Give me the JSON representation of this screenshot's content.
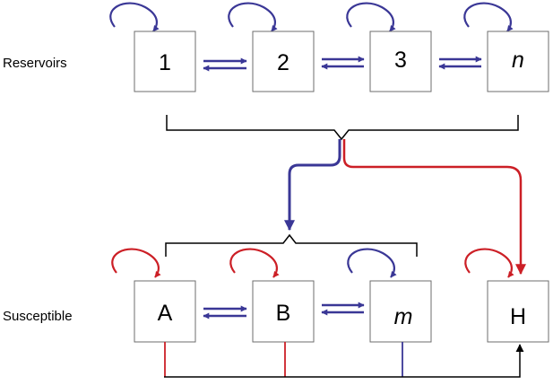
{
  "row_labels": {
    "reservoirs": "Reservoirs",
    "susceptible": "Susceptible"
  },
  "reservoir_boxes": [
    "1",
    "2",
    "3",
    "n"
  ],
  "susceptible_boxes": [
    "A",
    "B",
    "m",
    "H"
  ],
  "colors": {
    "blue": "#3a3796",
    "red": "#cc1f26",
    "black": "#000000",
    "box_border": "#6e6e6e"
  }
}
